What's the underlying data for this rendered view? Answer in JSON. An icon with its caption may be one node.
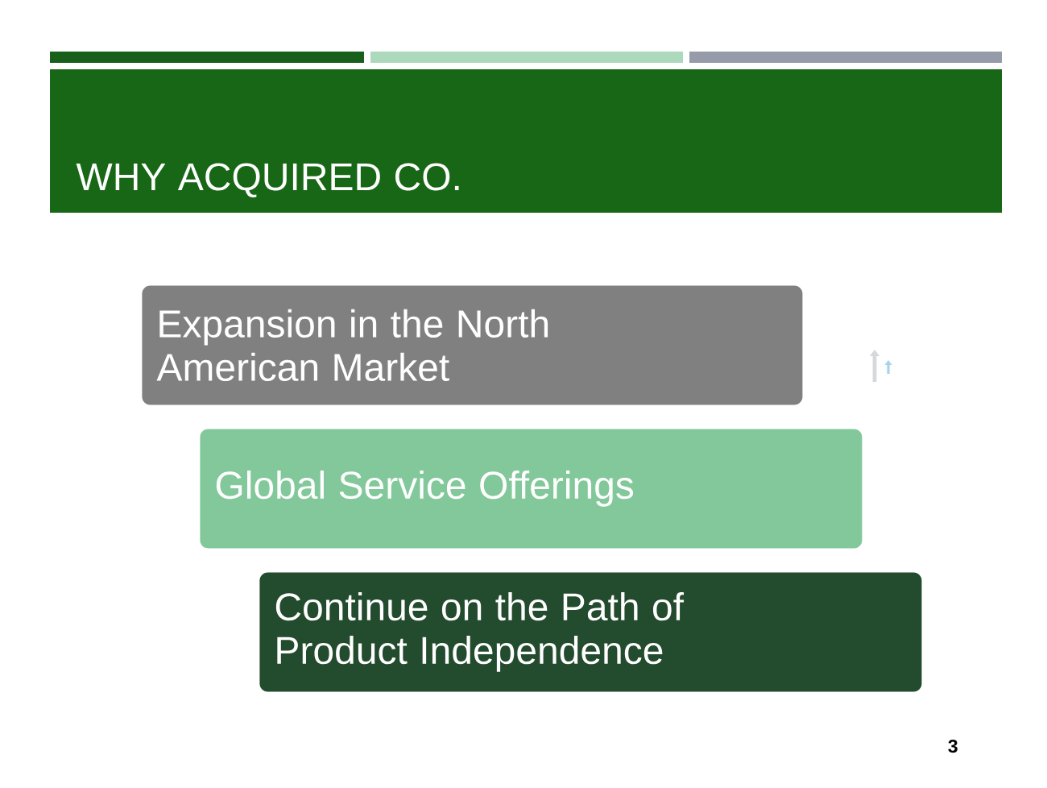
{
  "diagram": {
    "title": "WHY ACQUIRED CO.",
    "nodes": [
      {
        "text": [
          "Expansion in the North American Market"
        ]
      },
      {
        "text": [
          "Global Service Offerings"
        ]
      },
      {
        "text": [
          "Continue on the Path of Product Independence"
        ]
      }
    ],
    "labels": [
      "3"
    ]
  }
}
